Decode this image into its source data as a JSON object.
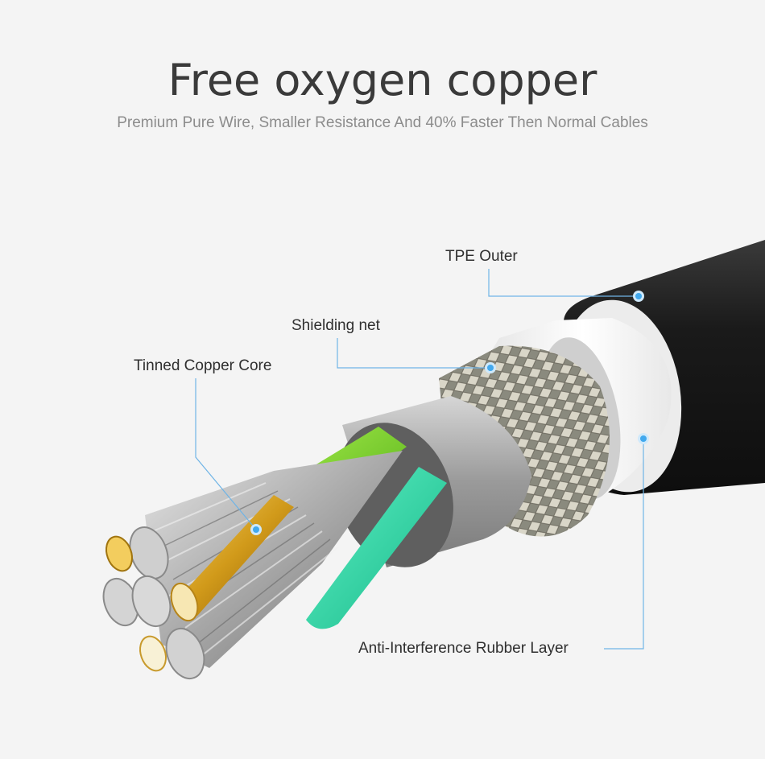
{
  "header": {
    "title": "Free oxygen copper",
    "subtitle": "Premium Pure Wire, Smaller Resistance And 40% Faster Then Normal Cables"
  },
  "callouts": {
    "tpe_outer": "TPE Outer",
    "shielding_net": "Shielding net",
    "tinned_copper_core": "Tinned Copper Core",
    "anti_interference": "Anti-Interference Rubber Layer"
  },
  "colors": {
    "callout_line": "#6fb4e6",
    "callout_dot": "#42a9ee",
    "cable_jacket": "#1c1c1c",
    "rubber_layer": "#f8f8f8",
    "inner_sheath": "#a9a9a9",
    "wire_green": "#7bd12f",
    "wire_teal": "#2fd6a6",
    "copper": "#d9a521"
  }
}
